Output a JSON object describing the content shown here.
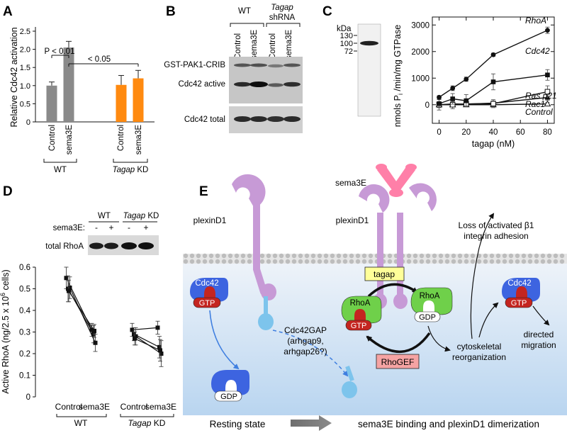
{
  "panel_letters": [
    "A",
    "B",
    "C",
    "D",
    "E"
  ],
  "panel_a": {
    "ylabel": "Relative Cdc42 activation",
    "yticks": [
      "0",
      "0.5",
      "1.0",
      "1.5",
      "2.0",
      "2.5"
    ],
    "bar_labels": [
      "Control",
      "sema3E",
      "Control",
      "sema3E"
    ],
    "group_wt": "WT",
    "group_kd_gene": "Tagap",
    "group_kd_suffix": " KD",
    "sig1": "P < 0.01",
    "sig2": "< 0.05",
    "colors": {
      "wt": "#8a8a8a",
      "kd": "#ff8a10"
    }
  },
  "panel_b": {
    "group_wt": "WT",
    "group_kd_gene": "Tagap",
    "group_kd_suffix": "shRNA",
    "lane_labels": [
      "Control",
      "sema3E",
      "Control",
      "sema3E"
    ],
    "row_labels": [
      "GST-PAK1-CRIB",
      "Cdc42 active",
      "Cdc42 total"
    ]
  },
  "panel_c": {
    "kda_label": "kDa",
    "markers": [
      "130",
      "100",
      "72"
    ],
    "ylabel_parts": [
      "nmols P",
      "i",
      " /min/mg GTPase"
    ],
    "xlabel": "tagap (nM)",
    "yticks": [
      "0",
      "1000",
      "2000",
      "3000"
    ],
    "xticks": [
      "0",
      "20",
      "40",
      "60",
      "80"
    ]
  },
  "chart_data": [
    {
      "type": "bar",
      "categories": [
        "WT Control",
        "WT sema3E",
        "Tagap KD Control",
        "Tagap KD sema3E"
      ],
      "values": [
        1.0,
        2.05,
        1.02,
        1.2
      ],
      "errors": [
        0.1,
        0.17,
        0.26,
        0.22
      ],
      "ylabel": "Relative Cdc42 activation",
      "ylim": [
        0,
        2.5
      ]
    },
    {
      "type": "line",
      "x": [
        0,
        10,
        20,
        40,
        80
      ],
      "series": [
        {
          "name": "RhoA",
          "values": [
            280,
            620,
            960,
            1880,
            2800
          ],
          "errors": [
            60,
            90,
            80,
            60,
            120
          ],
          "marker": "filled-circle"
        },
        {
          "name": "Cdc42",
          "values": [
            40,
            220,
            150,
            860,
            1120
          ],
          "errors": [
            150,
            200,
            230,
            300,
            200
          ],
          "marker": "filled-square"
        },
        {
          "name": "Ras p21",
          "values": [
            0,
            0,
            30,
            40,
            490
          ],
          "errors": [
            200,
            150,
            100,
            150,
            220
          ],
          "marker": "open-square"
        },
        {
          "name": "Rac1",
          "values": [
            0,
            30,
            20,
            60,
            270
          ],
          "errors": [
            80,
            80,
            80,
            80,
            100
          ],
          "marker": "filled-triangle"
        },
        {
          "name": "Control",
          "values": [
            0,
            0,
            0,
            0,
            30
          ],
          "errors": [
            60,
            60,
            60,
            60,
            60
          ],
          "marker": "open-triangle"
        }
      ],
      "xlabel": "tagap (nM)",
      "ylabel": "nmols Pi /min/mg GTPase",
      "xlim": [
        -5,
        85
      ],
      "ylim": [
        -700,
        3300
      ]
    },
    {
      "type": "line",
      "categories": [
        "Control",
        "sema3E"
      ],
      "groups": [
        {
          "name": "WT",
          "series": [
            {
              "values": [
                0.55,
                0.31
              ],
              "errors": [
                0.05,
                0.03
              ]
            },
            {
              "values": [
                0.5,
                0.29
              ],
              "errors": [
                0.06,
                0.04
              ]
            },
            {
              "values": [
                0.505,
                0.25
              ],
              "errors": [
                0.05,
                0.04
              ]
            },
            {
              "values": [
                0.49,
                0.305
              ],
              "errors": [
                0.05,
                0.03
              ]
            }
          ]
        },
        {
          "name": "Tagap KD",
          "series": [
            {
              "values": [
                0.31,
                0.32
              ],
              "errors": [
                0.03,
                0.03
              ]
            },
            {
              "values": [
                0.29,
                0.23
              ],
              "errors": [
                0.03,
                0.05
              ]
            },
            {
              "values": [
                0.28,
                0.2
              ],
              "errors": [
                0.04,
                0.06
              ]
            },
            {
              "values": [
                0.27,
                0.215
              ],
              "errors": [
                0.03,
                0.05
              ]
            }
          ]
        }
      ],
      "ylabel": "Active RhoA (ng/2.5 x 10^6 cells)",
      "ylim": [
        0,
        0.6
      ]
    }
  ],
  "panel_d": {
    "blot_wt": "WT",
    "blot_kd_gene": "Tagap",
    "blot_kd_suffix": " KD",
    "sema_label": "sema3E:",
    "lane_signs": [
      "-",
      "+",
      "-",
      "+"
    ],
    "row_label": "total RhoA",
    "ylabel_main": "Active RhoA (ng/2.5 x 10",
    "ylabel_sup": "6",
    "ylabel_end": " cells)",
    "yticks": [
      "0",
      "0.1",
      "0.2",
      "0.3",
      "0.4",
      "0.5",
      "0.6"
    ],
    "xlabels": [
      "Control",
      "sema3E",
      "Control",
      "sema3E"
    ],
    "group_wt": "WT",
    "group_kd_gene": "Tagap",
    "group_kd_suffix": " KD"
  },
  "panel_e": {
    "plexin_left": "plexinD1",
    "plexin_right": "plexinD1",
    "sema3e": "sema3E",
    "cdc42": "Cdc42",
    "gtp": "GTP",
    "gdp": "GDP",
    "rhoa": "RhoA",
    "tagap": "tagap",
    "rhogef": "RhoGEF",
    "gap_lines": [
      "Cdc42GAP",
      "(arhgap9,",
      "arhgap26?)"
    ],
    "loss_lines": [
      "Loss of activated β1",
      "integrin adhesion"
    ],
    "cyto_lines": [
      "cytoskeletal",
      "reorganization"
    ],
    "directed_lines": [
      "directed",
      "migration"
    ],
    "resting": "Resting state",
    "binding": "sema3E binding and plexinD1 dimerization",
    "colors": {
      "plexin": "#c79ad6",
      "sema": "#ff7fa8",
      "cdc42": "#3d64e0",
      "gtp": "#c42520",
      "rhoa": "#6fd04a",
      "tagap_box": "#ffff99",
      "rhogef_box": "#f5a3a3",
      "gap_blue": "#7dc4ec",
      "arrow_blue": "#3f7fe0"
    }
  }
}
